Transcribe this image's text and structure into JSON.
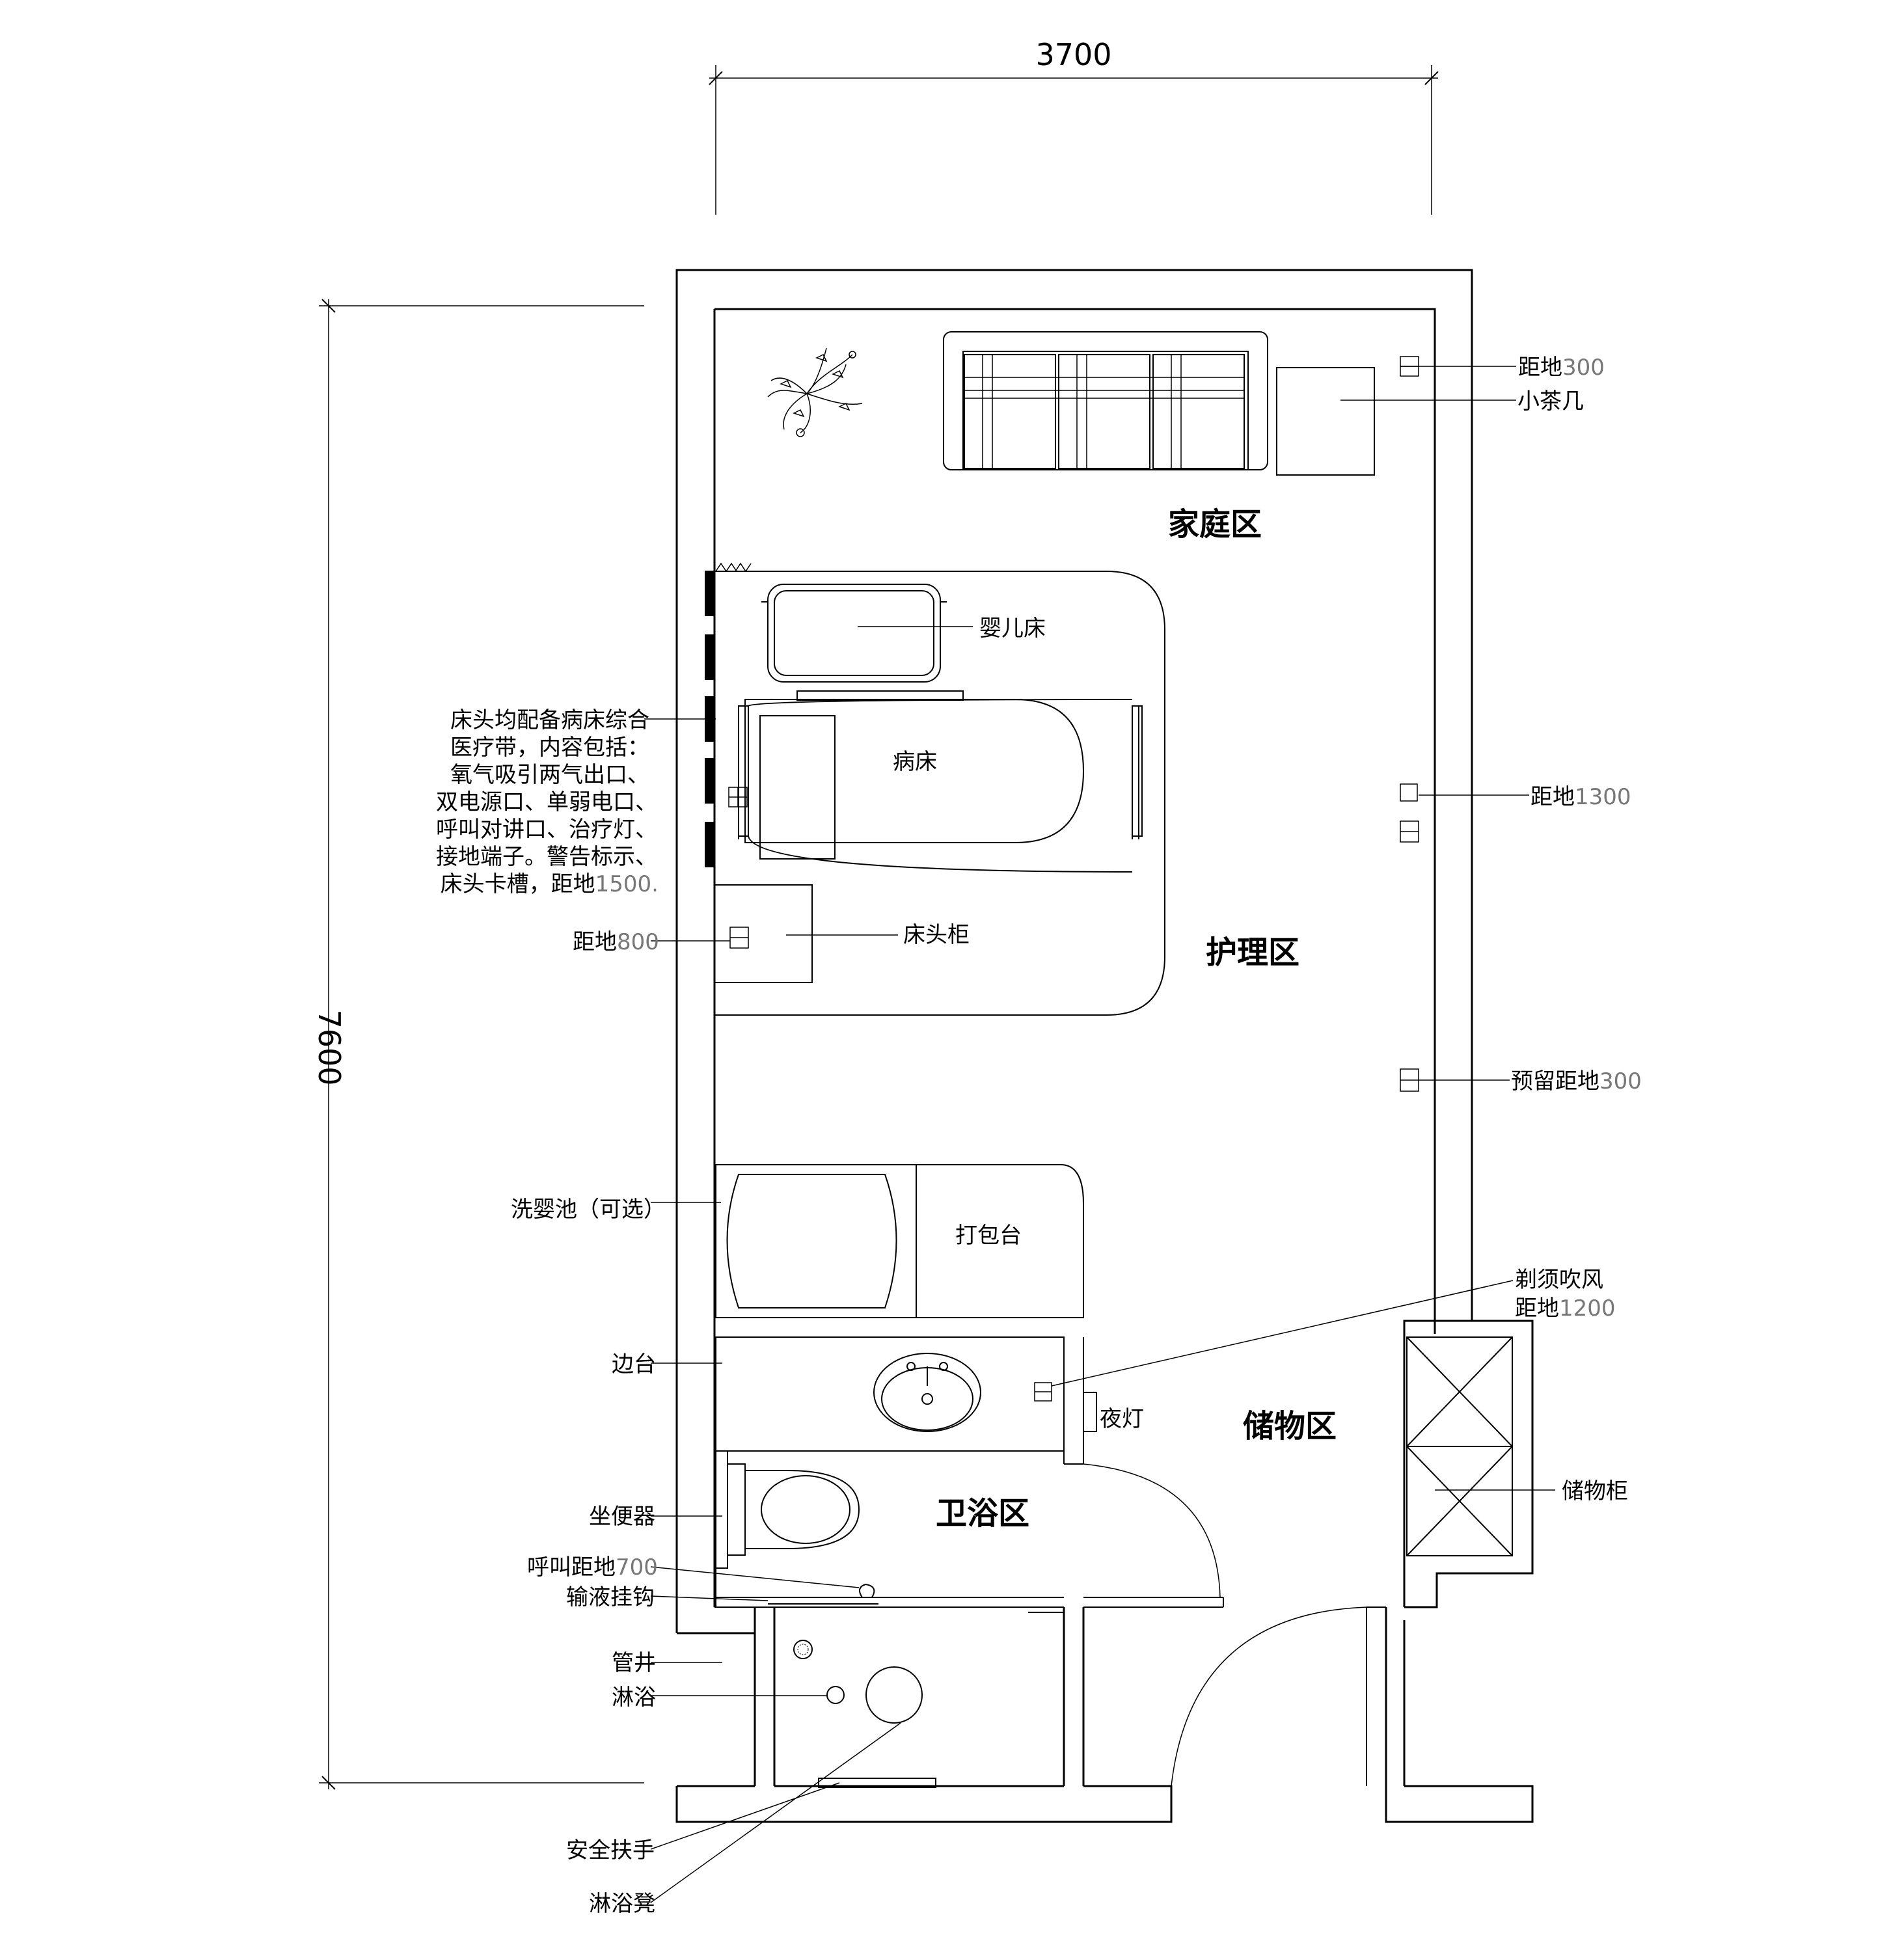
{
  "dimensions": {
    "width": "3700",
    "height": "7600"
  },
  "zones": {
    "family": "家庭区",
    "care": "护理区",
    "storage": "储物区",
    "bath": "卫浴区"
  },
  "furniture": {
    "crib": "婴儿床",
    "bed": "病床",
    "bedside_cabinet": "床头柜",
    "baby_bath": "洗婴池（可选）",
    "changing_table": "打包台",
    "counter": "边台",
    "night_light": "夜灯",
    "toilet": "坐便器",
    "call_height_text": "呼叫距地",
    "call_height_num": "700",
    "iv_hook": "输液挂钩",
    "shaft": "管井",
    "shower": "淋浴",
    "grab_bar": "安全扶手",
    "shower_stool": "淋浴凳",
    "tea_table": "小茶几",
    "storage_cabinet": "储物柜"
  },
  "outlets": {
    "height_300_text": "距地",
    "height_300_num": "300",
    "height_1300_text": "距地",
    "height_1300_num": "1300",
    "reserved_300_text": "预留距地",
    "reserved_300_num": "300",
    "height_800_text": "距地",
    "height_800_num": "800",
    "shaver_line1": "剃须吹风",
    "shaver_line2_text": "距地",
    "shaver_line2_num": "1200"
  },
  "medical_note": {
    "line1": "床头均配备病床综合",
    "line2": "医疗带，内容包括：",
    "line3": "氧气吸引两气出口、",
    "line4": "双电源口、单弱电口、",
    "line5": "呼叫对讲口、治疗灯、",
    "line6": "接地端子。警告标示、",
    "line7_text": "床头卡槽，距地",
    "line7_num": "1500."
  }
}
